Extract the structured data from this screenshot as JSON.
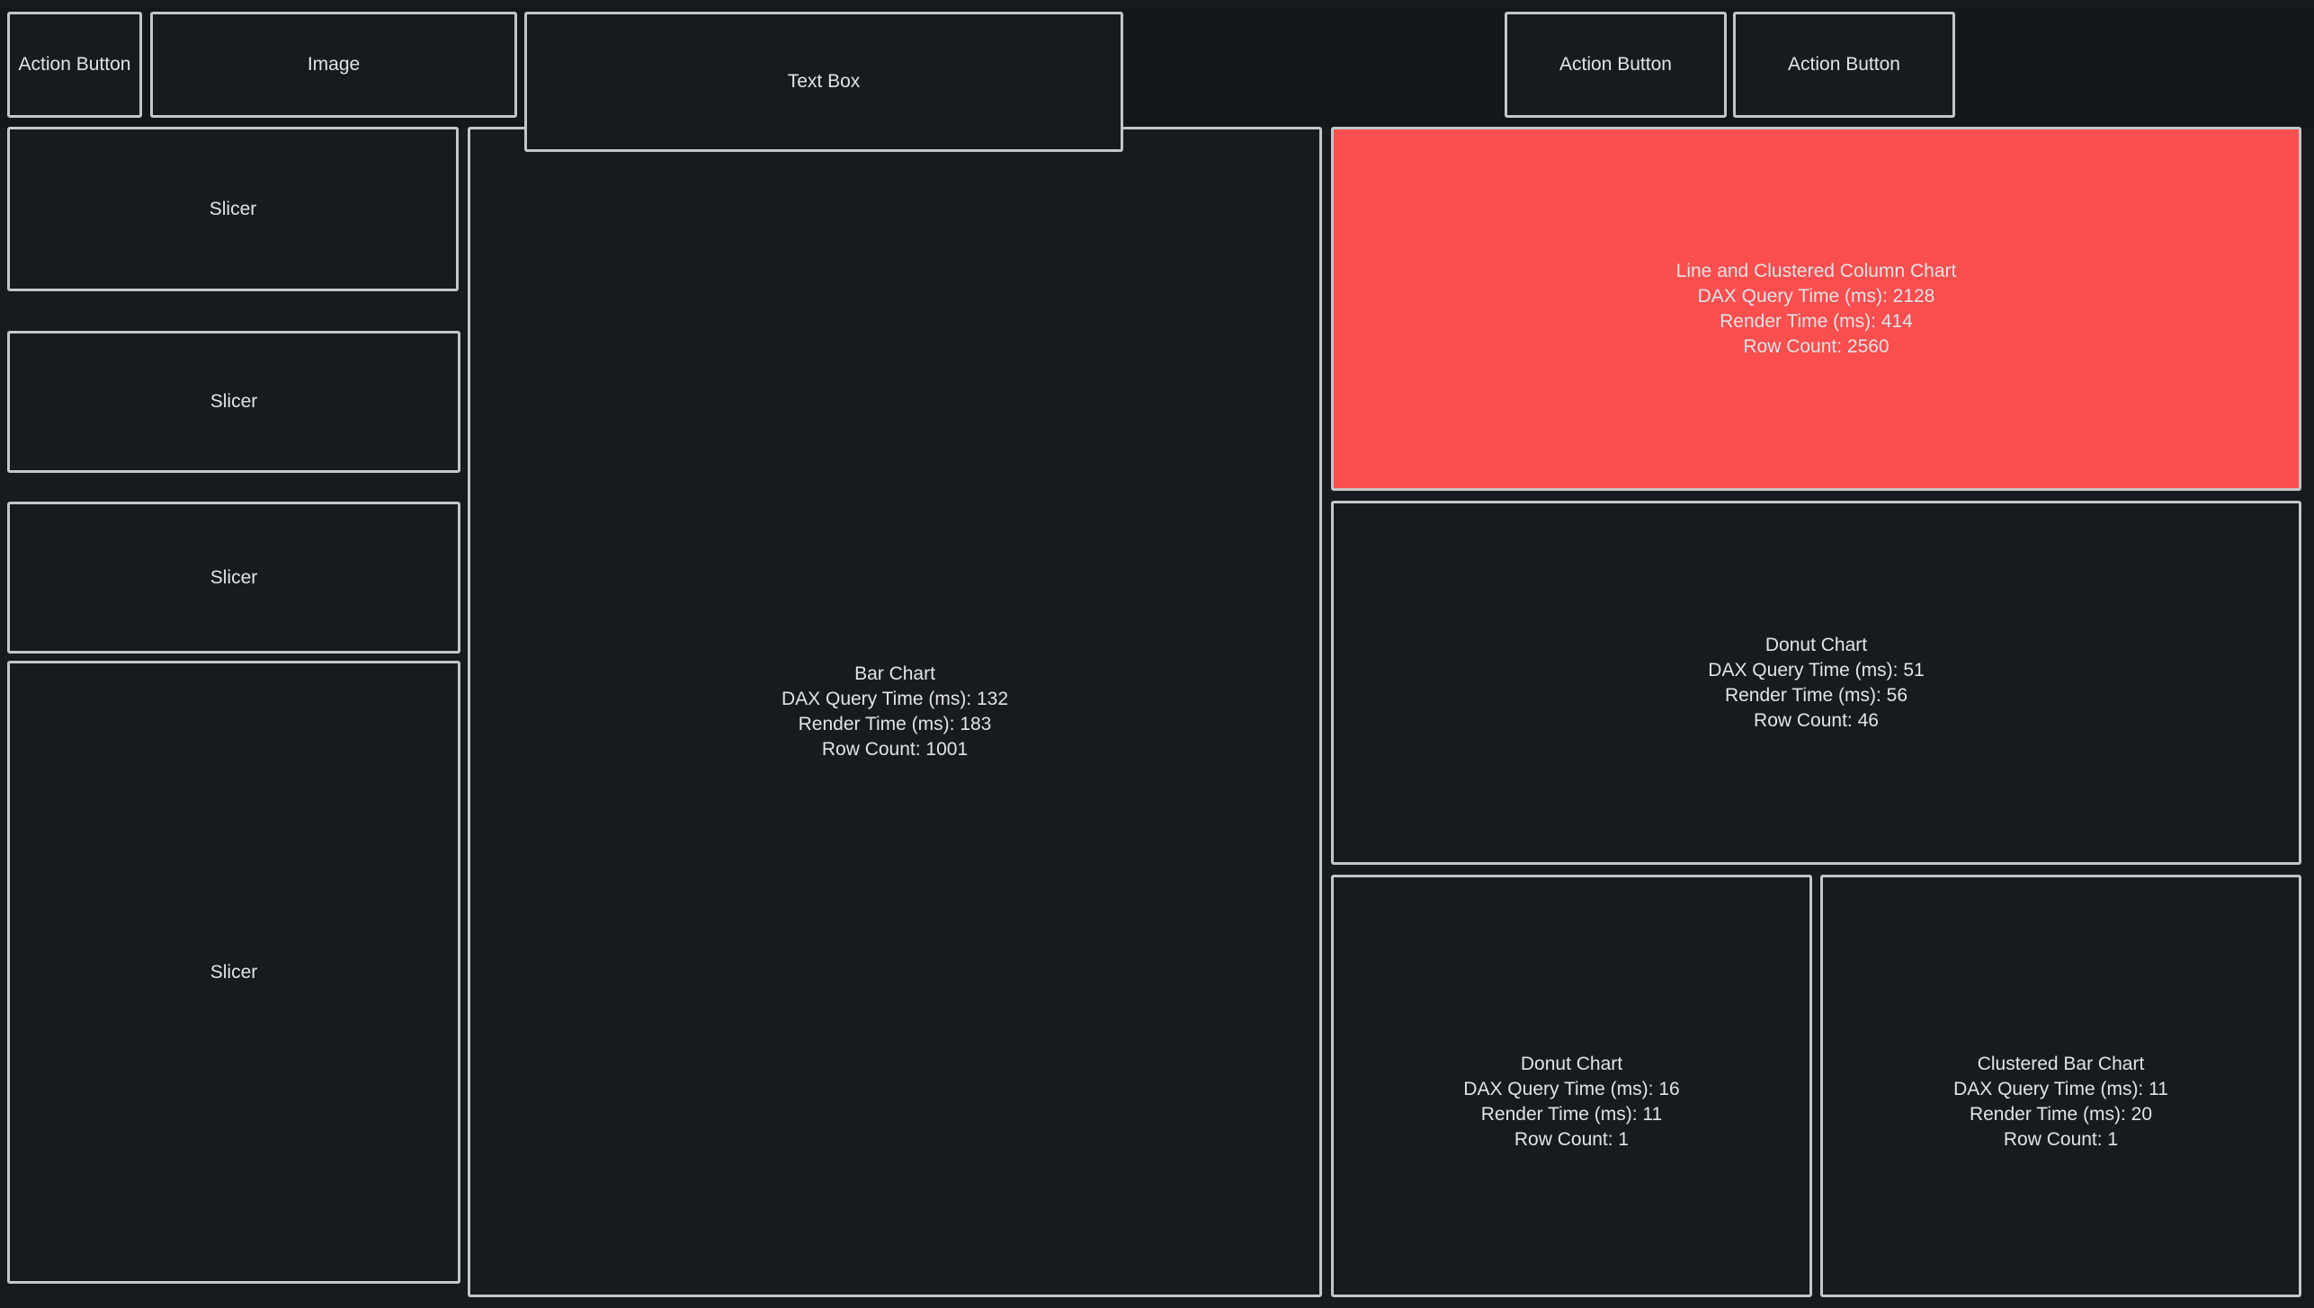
{
  "colors": {
    "background": "#171b20",
    "top_band": "#13171b",
    "border": "#c4c6c8",
    "text": "#e3e3e3",
    "highlight": "#fa4e4f"
  },
  "controls": {
    "action_button_1": "Action Button",
    "image": "Image",
    "text_box": "Text Box",
    "action_button_2": "Action Button",
    "action_button_3": "Action Button"
  },
  "slicers": [
    "Slicer",
    "Slicer",
    "Slicer",
    "Slicer"
  ],
  "visuals": {
    "bar_chart": {
      "name": "Bar Chart",
      "dax": "DAX Query Time (ms): 132",
      "render": "Render Time (ms): 183",
      "rows": "Row Count: 1001"
    },
    "line_clustered": {
      "name": "Line and Clustered Column Chart",
      "dax": "DAX Query Time (ms): 2128",
      "render": "Render Time (ms): 414",
      "rows": "Row Count: 2560"
    },
    "donut_1": {
      "name": "Donut Chart",
      "dax": "DAX Query Time (ms): 51",
      "render": "Render Time (ms): 56",
      "rows": "Row Count: 46"
    },
    "donut_2": {
      "name": "Donut Chart",
      "dax": "DAX Query Time (ms): 16",
      "render": "Render Time (ms): 11",
      "rows": "Row Count: 1"
    },
    "clustered_bar": {
      "name": "Clustered Bar Chart",
      "dax": "DAX Query Time (ms): 11",
      "render": "Render Time (ms): 20",
      "rows": "Row Count: 1"
    }
  }
}
